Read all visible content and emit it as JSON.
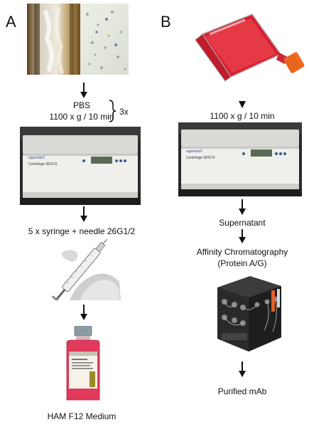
{
  "panel_a": {
    "letter": "A",
    "step_wash_1": "PBS",
    "step_wash_2": "1100 x g / 10 min",
    "repeat_label": "3x",
    "centrifuge_brand": "eppendorf",
    "centrifuge_model": "Centrifuge 5810 R",
    "step_syringe": "5 x syringe + needle 26G1/2",
    "final_label": "HAM F12 Medium"
  },
  "panel_b": {
    "letter": "B",
    "step_spin": "1100 x g / 10 min",
    "centrifuge_brand": "eppendorf",
    "centrifuge_model": "Centrifuge 5810 R",
    "step_supernatant": "Supernatant",
    "step_affinity_1": "Affinity Chromatography",
    "step_affinity_2": "(Protein A/G)",
    "final_label": "Purified mAb"
  }
}
